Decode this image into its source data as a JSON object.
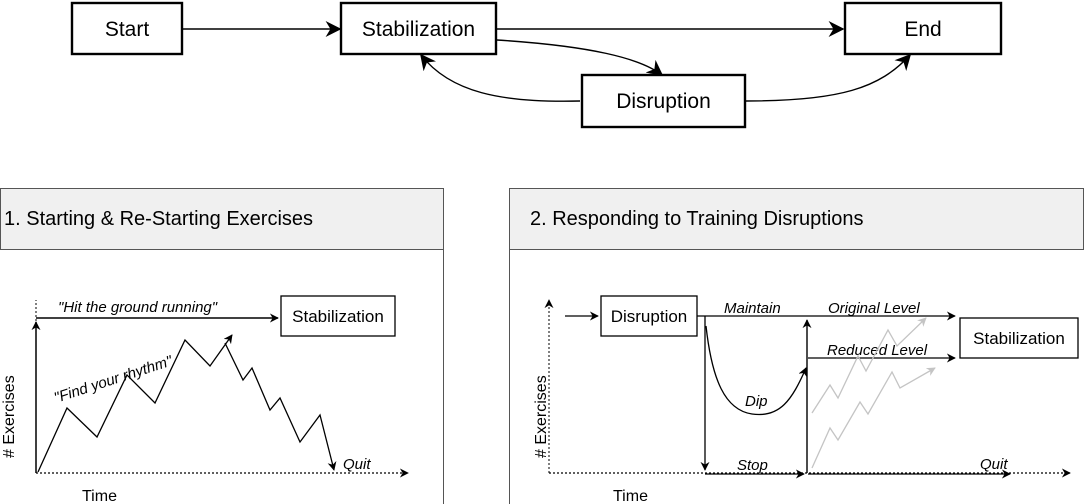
{
  "flow": {
    "start": "Start",
    "stabilization": "Stabilization",
    "end": "End",
    "disruption": "Disruption"
  },
  "panel1": {
    "title": "1. Starting & Re-Starting Exercises",
    "y_label": "# Exercises",
    "x_label": "Time",
    "hit_ground": "\"Hit the ground running\"",
    "find_rhythm": "\"Find your rhythm\"",
    "stabilization": "Stabilization",
    "quit": "Quit"
  },
  "panel2": {
    "title": "2. Responding to Training Disruptions",
    "y_label": "# Exercises",
    "x_label": "Time",
    "disruption": "Disruption",
    "maintain": "Maintain",
    "original_level": "Original Level",
    "reduced_level": "Reduced Level",
    "dip": "Dip",
    "stop": "Stop",
    "quit": "Quit",
    "stabilization": "Stabilization"
  }
}
